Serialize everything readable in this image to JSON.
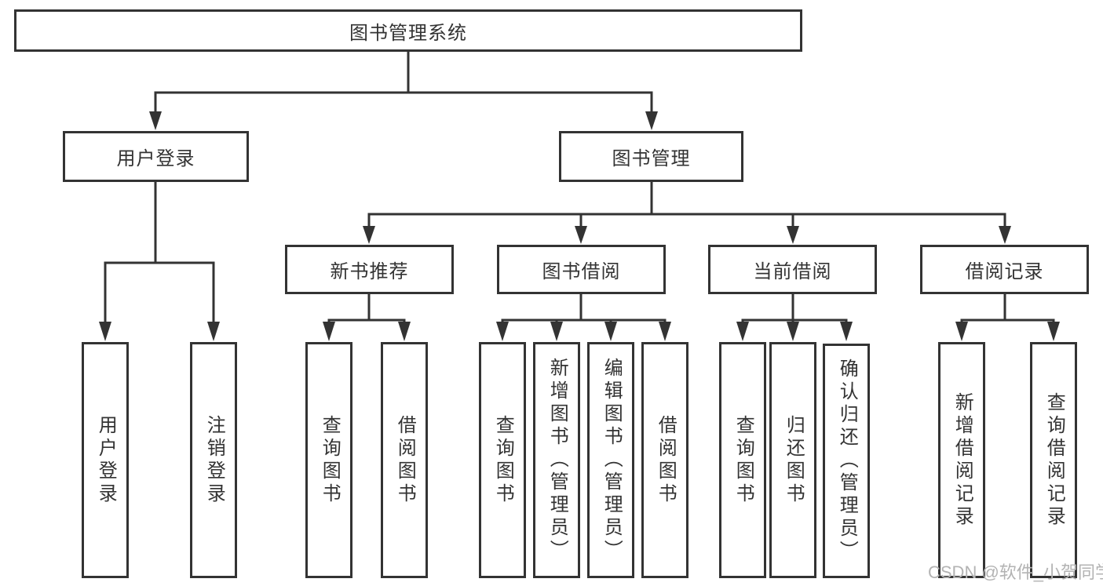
{
  "diagram": {
    "title": "图书管理系统",
    "level2": {
      "user_login": "用户登录",
      "book_mgmt": "图书管理"
    },
    "level3": {
      "new_books": "新书推荐",
      "borrowing": "图书借阅",
      "current": "当前借阅",
      "records": "借阅记录"
    },
    "leaves": {
      "user_login": [
        "用户登录",
        "注销登录"
      ],
      "new_books": [
        "查询图书",
        "借阅图书"
      ],
      "borrowing": [
        "查询图书",
        "新增图书（管理员）",
        "编辑图书（管理员）",
        "借阅图书"
      ],
      "current": [
        "查询图书",
        "归还图书",
        "确认归还（管理员）"
      ],
      "records": [
        "新增借阅记录",
        "查询借阅记录"
      ]
    }
  },
  "watermark": "CSDN @软件_小贺同学",
  "colors": {
    "box_border": "#333333",
    "text": "#333333",
    "connector": "#333333",
    "watermark": "#b3b3b3",
    "background": "#ffffff"
  }
}
